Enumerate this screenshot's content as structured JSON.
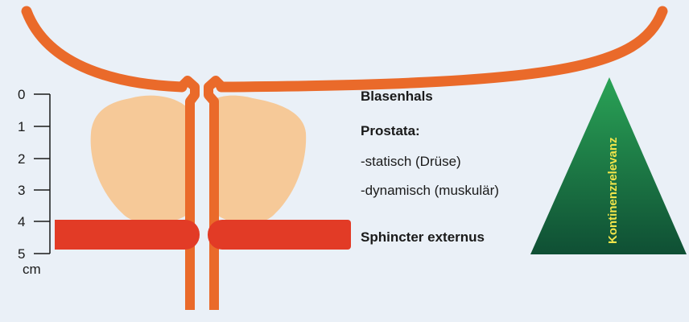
{
  "colors": {
    "background": "#eaf0f7",
    "urethra": "#ea6a2a",
    "prostate": "#f6c998",
    "sphincter": "#e23b26",
    "pyramid_top": "#2aa356",
    "pyramid_bottom": "#0f4f34",
    "pyramid_text": "#f0e44a"
  },
  "scale": {
    "ticks": [
      "0",
      "1",
      "2",
      "3",
      "4",
      "5"
    ],
    "unit": "cm"
  },
  "labels": {
    "bladder_neck": "Blasenhals",
    "prostate": "Prostata:",
    "static": "-statisch (Drüse)",
    "dynamic": "-dynamisch (muskulär)",
    "sphincter": "Sphincter externus"
  },
  "pyramid": {
    "text": "Kontinenzrelevanz"
  }
}
